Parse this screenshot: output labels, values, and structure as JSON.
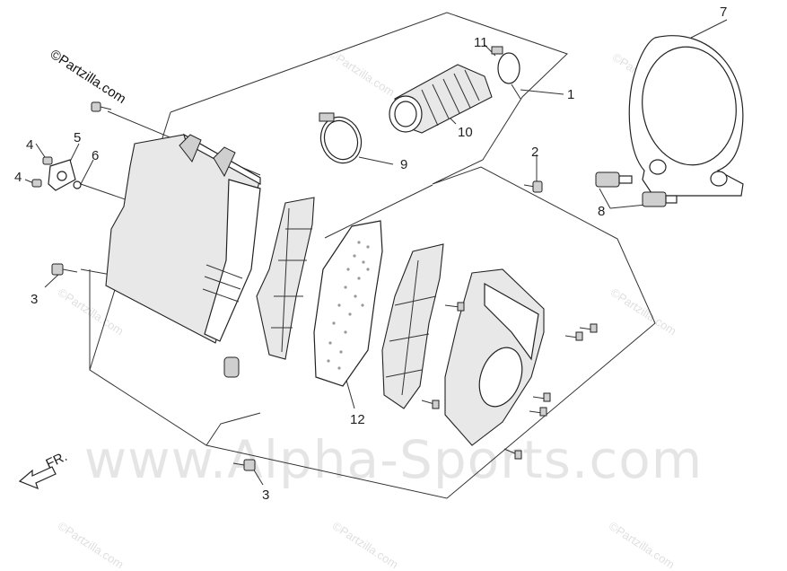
{
  "watermarks": {
    "top_left": "©Partzilla.com",
    "small": "©Partzilla.com",
    "big": "www.Alpha-Sports.com"
  },
  "direction_label": "FR.",
  "callouts": [
    "1",
    "2",
    "3",
    "3",
    "4",
    "4",
    "5",
    "6",
    "7",
    "8",
    "9",
    "10",
    "11",
    "12"
  ]
}
